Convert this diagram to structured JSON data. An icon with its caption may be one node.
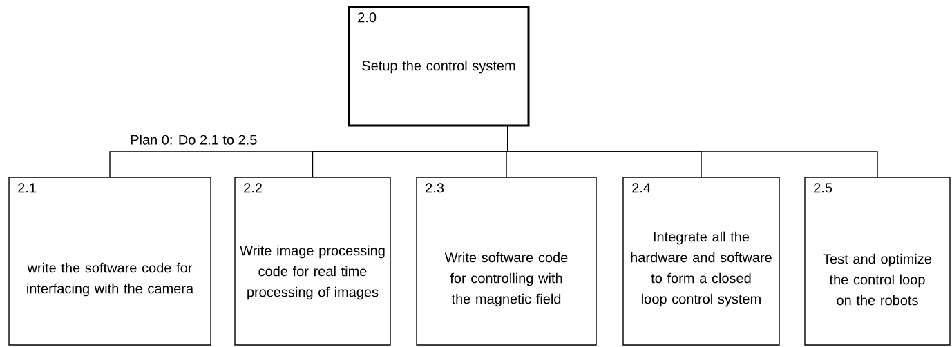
{
  "diagram": {
    "nodes": [
      {
        "text": [
          "2.0",
          "Setup the control system"
        ]
      },
      {
        "text": [
          "2.1",
          "write the software code for interfacing with the camera"
        ]
      },
      {
        "text": [
          "2.2",
          "Write image processing code for real time processing of images"
        ]
      },
      {
        "text": [
          "2.3",
          "Write software code for controlling with the magnetic field"
        ]
      },
      {
        "text": [
          "2.4",
          "Integrate all the hardware and software to form a closed loop control system"
        ]
      },
      {
        "text": [
          "2.5",
          "Test and optimize the control loop on the robots"
        ]
      }
    ],
    "edges": [
      {
        "from": 0,
        "to": 1,
        "arrow": "none"
      },
      {
        "from": 0,
        "to": 2,
        "arrow": "none"
      },
      {
        "from": 0,
        "to": 3,
        "arrow": "none"
      },
      {
        "from": 0,
        "to": 4,
        "arrow": "none"
      },
      {
        "from": 0,
        "to": 5,
        "arrow": "none"
      }
    ],
    "labels": [
      "Plan 0: Do 2.1 to 2.5"
    ]
  }
}
